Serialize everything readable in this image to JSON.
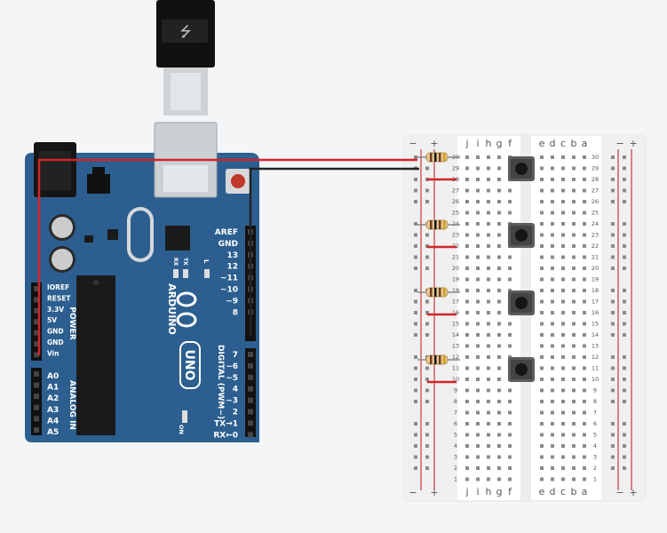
{
  "arduino": {
    "brand": "ARDUINO",
    "model": "UNO",
    "header_left": [
      "IOREF",
      "RESET",
      "3.3V",
      "5V",
      "GND",
      "GND",
      "Vin"
    ],
    "power_label": "POWER",
    "analog_pins": [
      "A0",
      "A1",
      "A2",
      "A3",
      "A4",
      "A5"
    ],
    "analog_label": "ANALOG IN",
    "top_right": [
      "AREF",
      "GND",
      "13",
      "12",
      "~11",
      "~10",
      "~9",
      "8"
    ],
    "bottom_right": [
      "7",
      "~6",
      "~5",
      "4",
      "~3",
      "2",
      "TX→1",
      "RX←0"
    ],
    "digital_label": "DIGITAL (PWM~)",
    "led_labels": [
      "TX",
      "RX",
      "L"
    ],
    "on_label": "ON",
    "colors": {
      "board": "#2c5f8f",
      "usb": "#111111",
      "reset_button": "#c0392b"
    }
  },
  "breadboard": {
    "letters_left": [
      "j",
      "i",
      "h",
      "g",
      "f"
    ],
    "letters_right": [
      "e",
      "d",
      "c",
      "b",
      "a"
    ],
    "rows": [
      "30",
      "29",
      "28",
      "27",
      "26",
      "25",
      "24",
      "23",
      "22",
      "21",
      "20",
      "19",
      "18",
      "17",
      "16",
      "15",
      "14",
      "13",
      "12",
      "11",
      "10",
      "9",
      "8",
      "7",
      "6",
      "5",
      "4",
      "3",
      "2",
      "1"
    ],
    "rail_plus": "+",
    "rail_minus": "−"
  },
  "components": {
    "pushbuttons": 4,
    "resistors": 4,
    "wire_colors": {
      "power": "#d0252a",
      "ground": "#222222"
    }
  }
}
